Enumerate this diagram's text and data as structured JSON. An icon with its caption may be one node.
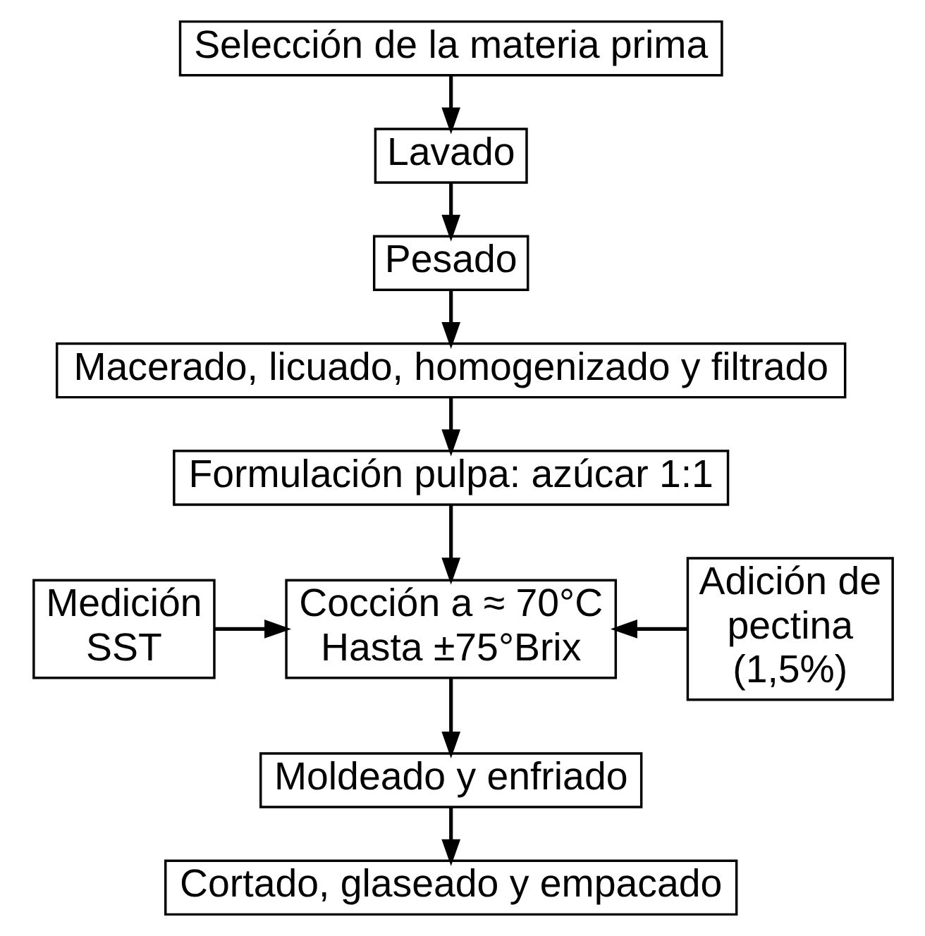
{
  "diagram": {
    "nodes": [
      {
        "text": [
          "Selección de la materia prima"
        ]
      },
      {
        "text": [
          "Lavado"
        ]
      },
      {
        "text": [
          "Pesado"
        ]
      },
      {
        "text": [
          "Macerado, licuado, homogenizado y filtrado"
        ]
      },
      {
        "text": [
          "Formulación pulpa: azúcar 1:1"
        ]
      },
      {
        "text": [
          "Medición SST"
        ]
      },
      {
        "text": [
          "Cocción a ≈ 70°C Hasta ±75°Brix"
        ]
      },
      {
        "text": [
          "Adición de pectina (1,5%)"
        ]
      },
      {
        "text": [
          "Moldeado y enfriado"
        ]
      },
      {
        "text": [
          "Cortado, glaseado y empacado"
        ]
      }
    ],
    "edges": [
      {
        "from": 0,
        "to": 1,
        "arrow": "to"
      },
      {
        "from": 1,
        "to": 2,
        "arrow": "to"
      },
      {
        "from": 2,
        "to": 3,
        "arrow": "to"
      },
      {
        "from": 3,
        "to": 4,
        "arrow": "to"
      },
      {
        "from": 4,
        "to": 6,
        "arrow": "to"
      },
      {
        "from": 5,
        "to": 6,
        "arrow": "to"
      },
      {
        "from": 7,
        "to": 6,
        "arrow": "to"
      },
      {
        "from": 6,
        "to": 8,
        "arrow": "to"
      },
      {
        "from": 8,
        "to": 9,
        "arrow": "to"
      }
    ]
  }
}
